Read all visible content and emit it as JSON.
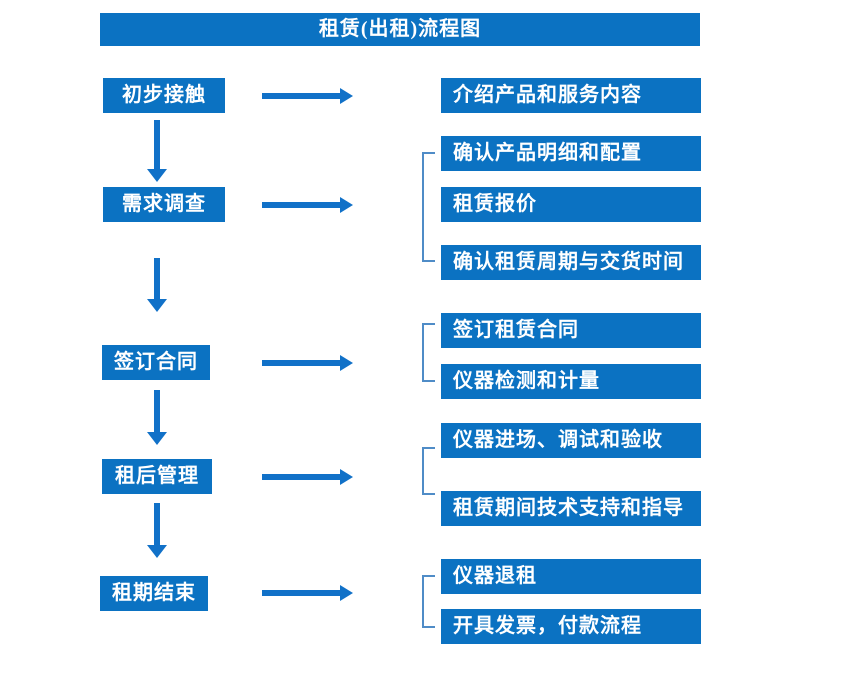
{
  "title": "租赁(出租)流程图",
  "colors": {
    "box_blue": "#0b72c2",
    "arrow_blue": "#1171c8",
    "bracket_blue": "#4f8cc7",
    "text_white": "#ffffff",
    "background": "#ffffff"
  },
  "flow": [
    {
      "step": "初步接触",
      "outputs": [
        "介绍产品和服务内容"
      ]
    },
    {
      "step": "需求调查",
      "outputs": [
        "确认产品明细和配置",
        "租赁报价",
        "确认租赁周期与交货时间"
      ]
    },
    {
      "step": "签订合同",
      "outputs": [
        "签订租赁合同",
        "仪器检测和计量"
      ]
    },
    {
      "step": "租后管理",
      "outputs": [
        "仪器进场、调试和验收",
        "租赁期间技术支持和指导"
      ]
    },
    {
      "step": "租期结束",
      "outputs": [
        "仪器退租",
        "开具发票，付款流程"
      ]
    }
  ]
}
